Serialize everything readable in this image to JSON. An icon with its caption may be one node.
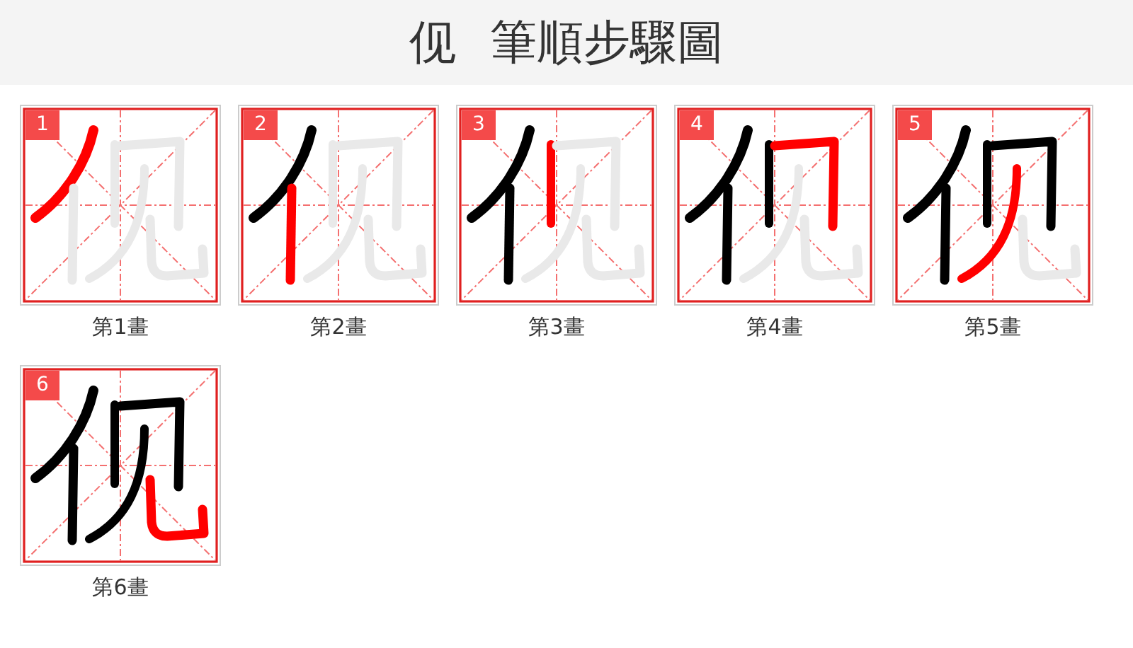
{
  "diagram": {
    "title": "伣 筆順步驟圖",
    "nodes": [
      {
        "text": [
          "1"
        ],
        "beside": [
          "第1畫"
        ]
      },
      {
        "text": [
          "2"
        ],
        "beside": [
          "第2畫"
        ]
      },
      {
        "text": [
          "3"
        ],
        "beside": [
          "第3畫"
        ]
      },
      {
        "text": [
          "4"
        ],
        "beside": [
          "第4畫"
        ]
      },
      {
        "text": [
          "5"
        ],
        "beside": [
          "第5畫"
        ]
      },
      {
        "text": [
          "6"
        ],
        "beside": [
          "第6畫"
        ]
      }
    ]
  }
}
